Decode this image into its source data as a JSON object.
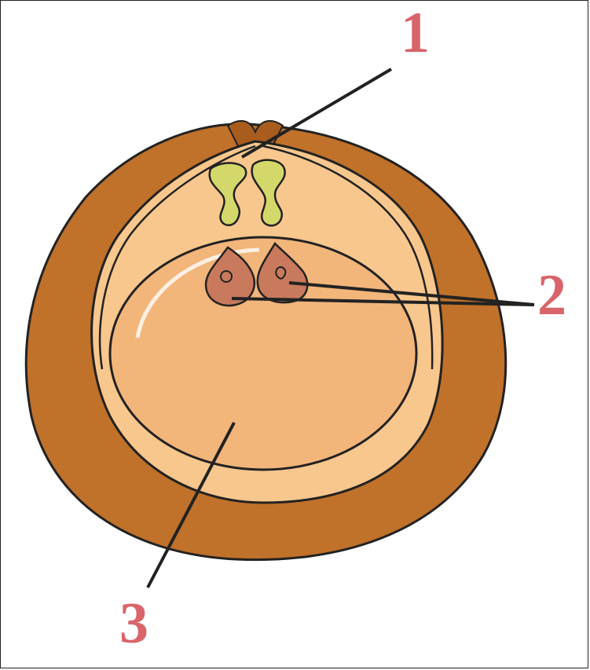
{
  "labels": [
    {
      "text": "1"
    },
    {
      "text": "2"
    },
    {
      "text": "3"
    }
  ],
  "colors": {
    "label": "#d9646a",
    "integument": "#c0712a",
    "integument_dark": "#a85c1e",
    "nucellus": "#f8c78d",
    "embryo_sac": "#f2b57a",
    "egg_apparatus": "#c97a5c",
    "pollen_tubes": "#d4d86a",
    "outline": "#222222"
  }
}
